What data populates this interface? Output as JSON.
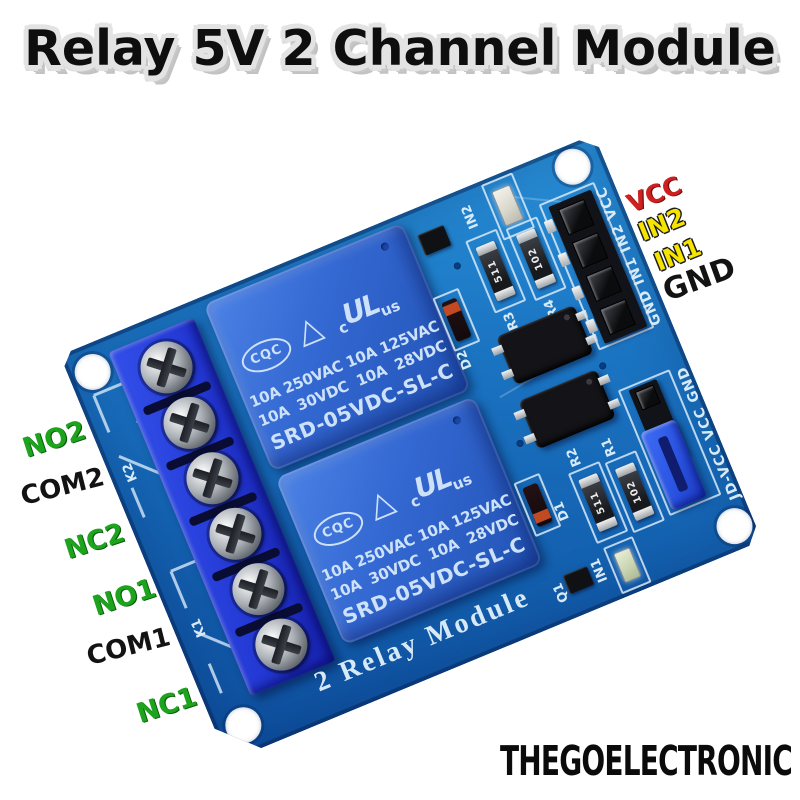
{
  "title": "Relay 5V 2 Channel Module",
  "watermark": "THEGOELECTRONIC",
  "pin_labels": {
    "left": [
      {
        "text": "NO2",
        "color_key": "green"
      },
      {
        "text": "COM2",
        "color_key": "black"
      },
      {
        "text": "NC2",
        "color_key": "green"
      },
      {
        "text": "NO1",
        "color_key": "green"
      },
      {
        "text": "COM1",
        "color_key": "black"
      },
      {
        "text": "NC1",
        "color_key": "green"
      }
    ],
    "right": [
      {
        "text": "VCC",
        "color_key": "red"
      },
      {
        "text": "IN2",
        "color_key": "yellow"
      },
      {
        "text": "IN1",
        "color_key": "yellow"
      },
      {
        "text": "GND",
        "color_key": "black"
      }
    ]
  },
  "board": {
    "module_silkscreen": "2 Relay Module",
    "control_header_silkscreen": "GND IN1 IN2 VCC",
    "jumper_silkscreen": "JD-VCC VCC GND",
    "component_refs": {
      "k2": "K2",
      "k1": "K1",
      "in2": "IN2",
      "d2": "D2",
      "r3": "R3",
      "r4": "R4",
      "r2": "R2",
      "r1": "R1",
      "d1": "D1",
      "in1": "IN1",
      "q1": "Q1"
    },
    "resistor_codes": {
      "code_511": "511",
      "code_102": "102"
    },
    "relay_marking": {
      "cqc": "CQC",
      "ul_c": "c",
      "ul": "UL",
      "ul_us": "us",
      "ratings_line1": "10A 250VAC 10A 125VAC",
      "ratings_line2": "10A  30VDC  10A  28VDC",
      "model": "SRD-05VDC-SL-C"
    }
  },
  "colors": {
    "green": "#1da31d",
    "red": "#d01f1f",
    "yellow": "#f5e400",
    "black": "#131313",
    "pcb_blue": "#1668b6",
    "relay_blue": "#2e62c8",
    "terminal_blue": "#2236d2",
    "jumper_blue": "#2a53e2",
    "silkscreen_light_blue": "#d8eaf6"
  }
}
